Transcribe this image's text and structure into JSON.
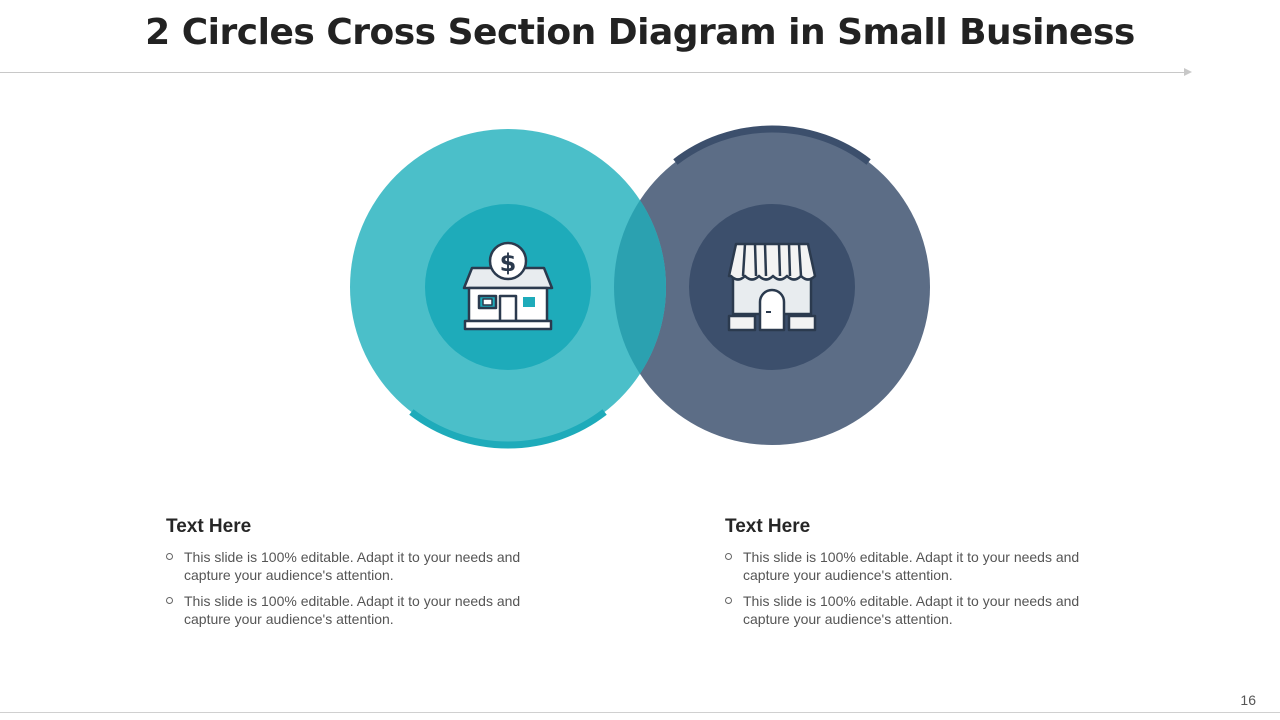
{
  "slide": {
    "title": "2 Circles Cross Section Diagram in Small Business",
    "page_number": "16"
  },
  "diagram": {
    "circles": [
      {
        "color": "#37b5c1",
        "inner_color": "#1eabba",
        "icon": "shop-dollar-icon"
      },
      {
        "color": "#5c6d86",
        "inner_color": "#3c4f6c",
        "icon": "storefront-awning-icon"
      }
    ],
    "overlap_color": "#2ba1b0"
  },
  "blocks": [
    {
      "heading": "Text Here",
      "bullets": [
        "This slide is 100% editable. Adapt it to your needs and capture your audience's attention.",
        "This slide is 100% editable. Adapt it to your needs and capture your audience's attention."
      ]
    },
    {
      "heading": "Text Here",
      "bullets": [
        "This slide is 100% editable. Adapt it to your needs and capture your audience's attention.",
        "This slide is 100% editable. Adapt it to your needs and capture your audience's attention."
      ]
    }
  ]
}
